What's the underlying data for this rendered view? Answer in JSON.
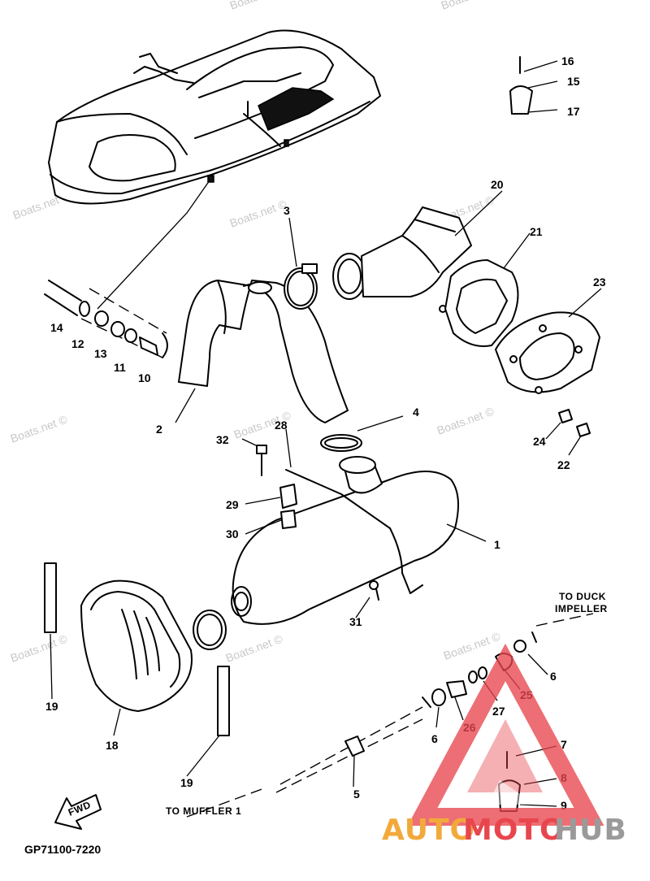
{
  "callouts": {
    "c1": "1",
    "c2": "2",
    "c3": "3",
    "c4": "4",
    "c5": "5",
    "c6a": "6",
    "c6b": "6",
    "c7": "7",
    "c8": "8",
    "c9": "9",
    "c10": "10",
    "c11": "11",
    "c12": "12",
    "c13": "13",
    "c14": "14",
    "c15": "15",
    "c16": "16",
    "c17": "17",
    "c18": "18",
    "c19a": "19",
    "c19b": "19",
    "c20": "20",
    "c21": "21",
    "c22": "22",
    "c23": "23",
    "c24": "24",
    "c25": "25",
    "c26": "26",
    "c27": "27",
    "c28": "28",
    "c29": "29",
    "c30": "30",
    "c31": "31",
    "c32": "32"
  },
  "notes": {
    "to_duck_line1": "TO DUCK",
    "to_duck_line2": "IMPELLER",
    "to_muffler": "TO MUFFLER 1",
    "fwd": "FWD"
  },
  "diagram_code": "GP71100-7220",
  "watermark": "Boats.net ©",
  "logo": {
    "text_part1": "AUTO",
    "text_part2": "MOTO",
    "text_part3": "HUB",
    "color_orange": "#f2a93b",
    "color_red": "#e8464e",
    "color_grey": "#9a9a9a"
  }
}
